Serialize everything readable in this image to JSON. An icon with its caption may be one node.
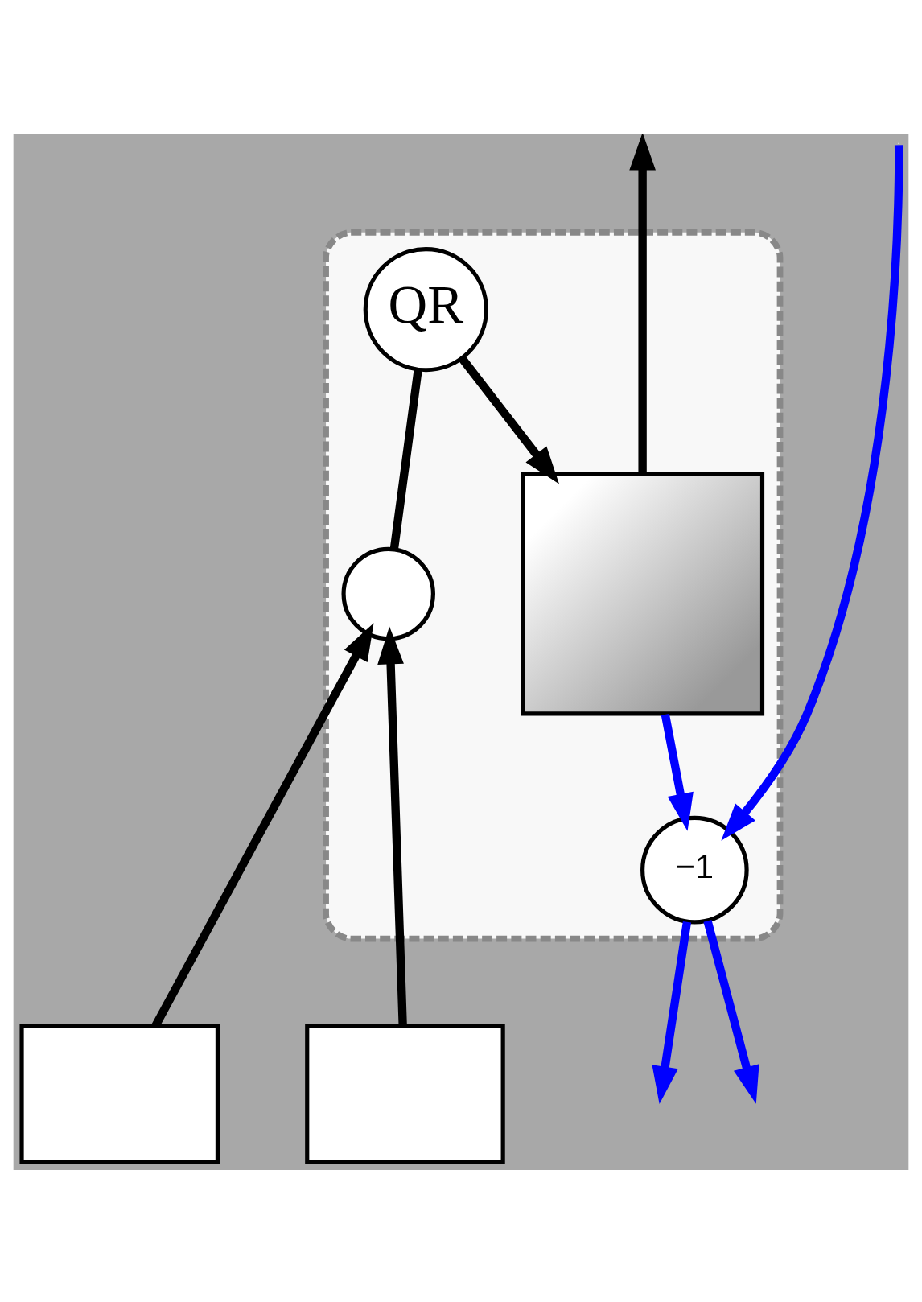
{
  "diagram": {
    "nodes": [
      {
        "text": [],
        "shape": "box"
      },
      {
        "text": [
          "QR"
        ],
        "in": 0
      },
      {
        "text": [],
        "shape": "circle",
        "in": 0
      },
      {
        "text": [],
        "shape": "box",
        "in": 0
      },
      {
        "text": [
          "−1"
        ],
        "in": 0
      },
      {
        "text": [],
        "shape": "box"
      },
      {
        "text": [],
        "shape": "box"
      }
    ],
    "edges": [
      {
        "from": 1,
        "to": 3,
        "arrow": "to"
      },
      {
        "from": 1,
        "to": 2,
        "arrow": "none"
      },
      {
        "from": 5,
        "to": 2,
        "arrow": "to"
      },
      {
        "from": 6,
        "to": 2,
        "arrow": "to"
      },
      {
        "from": 3,
        "to": null,
        "arrow": "to"
      },
      {
        "from": 3,
        "to": 4,
        "arrow": "to",
        "color": "#0000ff"
      },
      {
        "from": null,
        "to": 4,
        "arrow": "to",
        "color": "#0000ff"
      },
      {
        "from": 4,
        "to": null,
        "arrow": "to",
        "color": "#0000ff"
      },
      {
        "from": 4,
        "to": null,
        "arrow": "to",
        "color": "#0000ff"
      }
    ]
  }
}
